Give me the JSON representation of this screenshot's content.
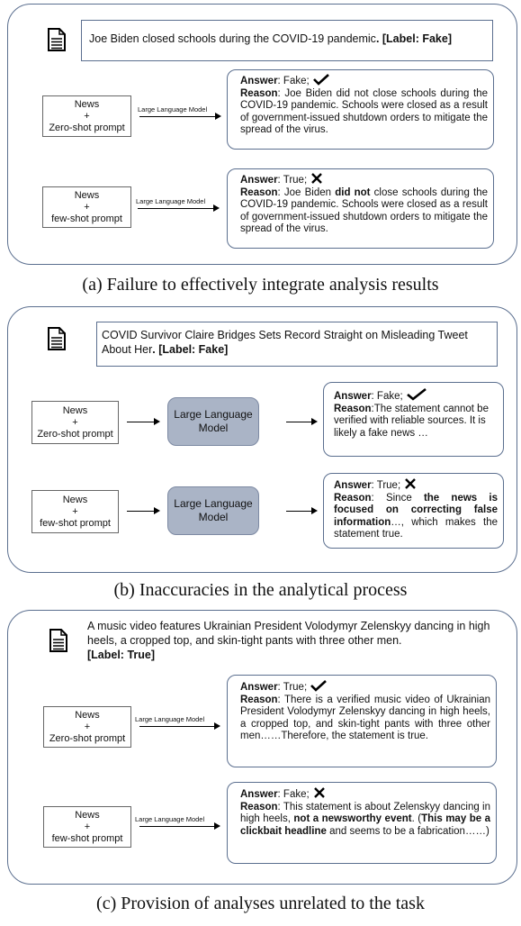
{
  "common": {
    "news": "News",
    "plus": "+",
    "zero_shot": "Zero-shot prompt",
    "few_shot": "few-shot prompt",
    "llm": "Large Language Model",
    "llm_line1": "Large Language",
    "llm_line2": "Model",
    "answer_label": "Answer",
    "reason_label": "Reason"
  },
  "panel_a": {
    "claim": "Joe Biden closed schools during the COVID-19 pandemic",
    "claim_label": ". [Label: Fake]",
    "r1_answer": ": Fake;",
    "r1_reason": ": Joe Biden did not close schools during the COVID-19 pandemic. Schools were closed as a result of government-issued shutdown orders to mitigate the spread of the virus.",
    "r2_answer": ": True;",
    "r2_reason_a": ": Joe Biden ",
    "r2_reason_bold": "did not",
    "r2_reason_b": " close schools during the COVID-19 pandemic. Schools were closed as a result of government-issued shutdown orders to mitigate the spread of the virus.",
    "caption": "(a) Failure to effectively integrate analysis results"
  },
  "panel_b": {
    "claim": "COVID Survivor Claire Bridges Sets Record Straight on Misleading Tweet About Her",
    "claim_label": ". [Label: Fake]",
    "r1_answer": ": Fake;",
    "r1_reason": ":The statement cannot be verified with reliable sources. It is likely a fake news …",
    "r2_answer": ": True;",
    "r2_reason_a": ": Since ",
    "r2_reason_bold": "the news is focused on correcting false information",
    "r2_reason_b": "…, which makes the statement true.",
    "caption": "(b) Inaccuracies in the analytical process"
  },
  "panel_c": {
    "claim": "A music video features Ukrainian President Volodymyr Zelenskyy dancing in high heels, a cropped top, and skin-tight pants with three other men.",
    "claim_label": "[Label: True]",
    "r1_answer": ": True;",
    "r1_reason": ": There is a verified music video of Ukrainian President Volodymyr Zelenskyy dancing in high heels, a cropped top, and skin-tight pants with three other men……Therefore, the statement is true.",
    "r2_answer": ": Fake;",
    "r2_reason_a": ": This statement is about Zelenskyy dancing in high heels, ",
    "r2_reason_bold": "not a newsworthy event",
    "r2_reason_b": ". (",
    "r2_reason_bold2": "This may be a clickbait headline",
    "r2_reason_c": " and seems to be a fabrication……)",
    "caption": "(c) Provision of analyses unrelated to the task"
  },
  "colors": {
    "border": "#5b6f8f",
    "llm_fill": "#aab4c6"
  },
  "icons": [
    "document-icon",
    "check-icon",
    "cross-icon"
  ]
}
